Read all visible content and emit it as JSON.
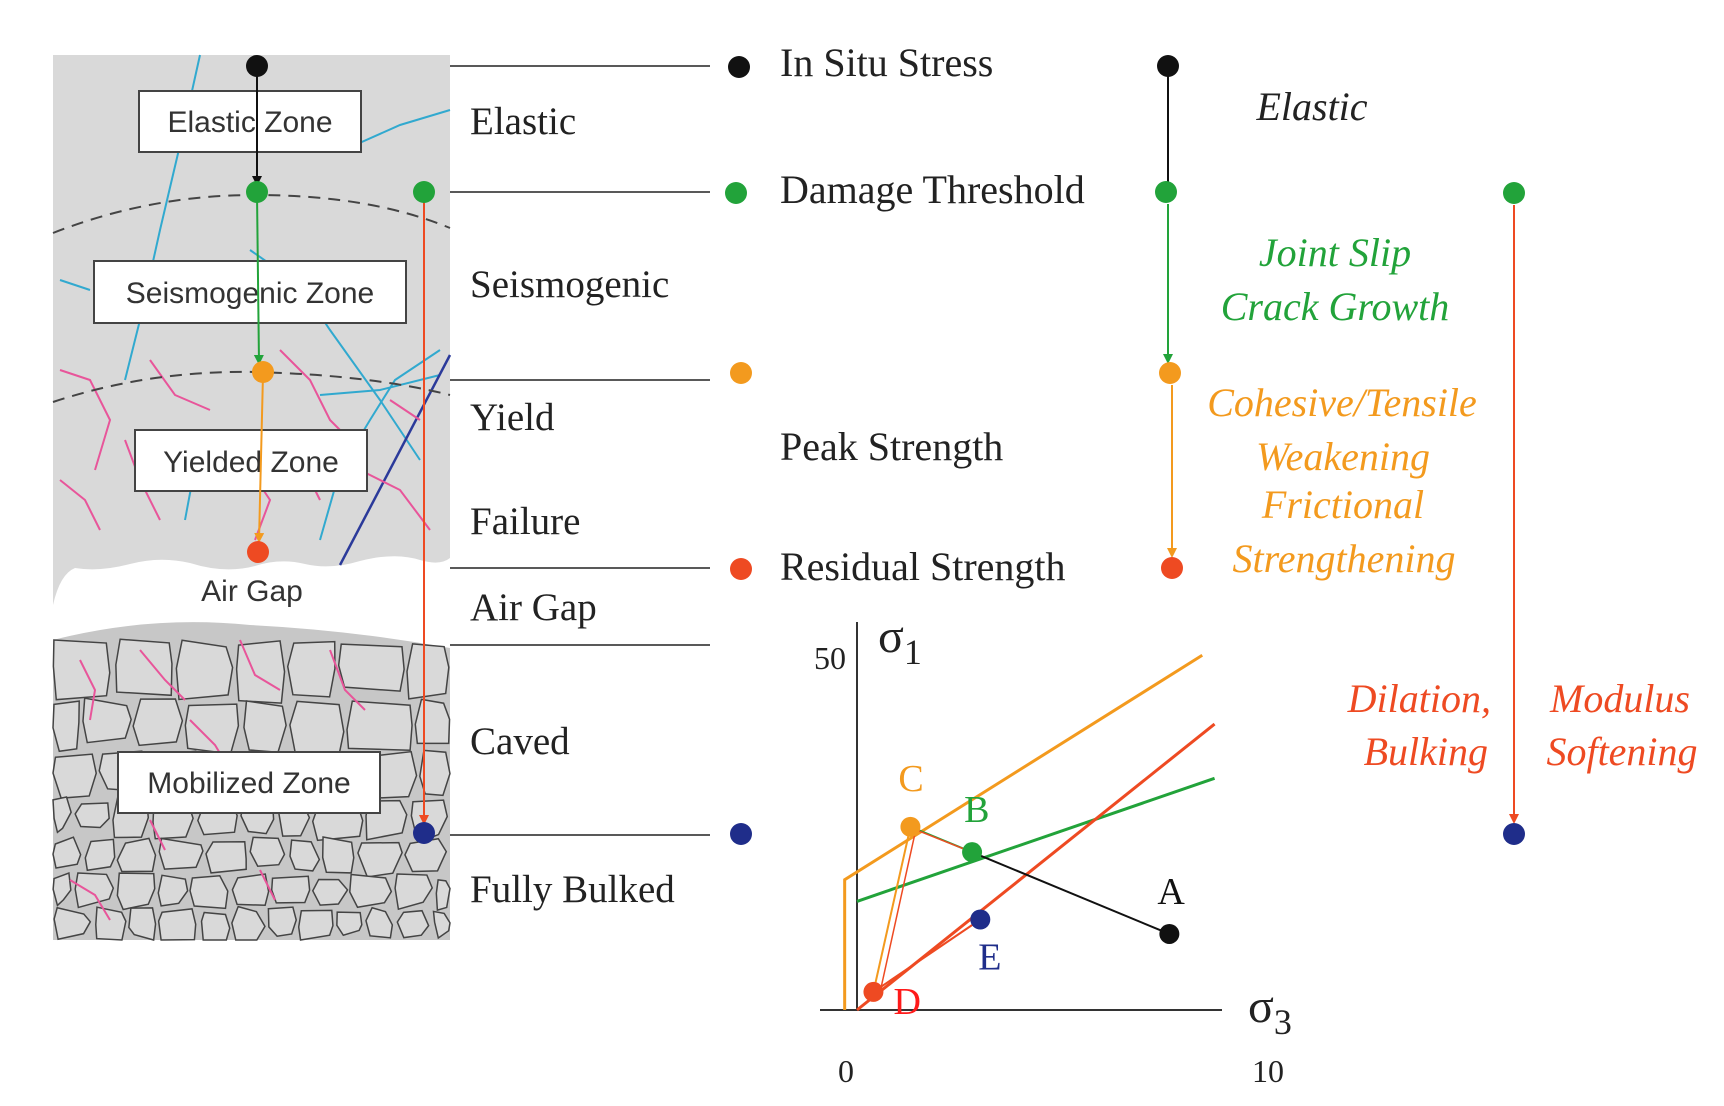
{
  "zone_labels": {
    "elastic": "Elastic Zone",
    "seismogenic": "Seismogenic Zone",
    "yielded": "Yielded Zone",
    "air_gap": "Air Gap",
    "mobilized": "Mobilized Zone"
  },
  "stage_labels": {
    "elastic": "Elastic",
    "seismogenic": "Seismogenic",
    "yield": "Yield",
    "failure": "Failure",
    "air_gap": "Air Gap",
    "caved": "Caved",
    "fully_bulked": "Fully Bulked"
  },
  "stress_states": {
    "in_situ": "In Situ Stress",
    "damage_threshold": "Damage Threshold",
    "peak_strength": "Peak Strength",
    "residual_strength": "Residual Strength"
  },
  "processes": {
    "elastic": "Elastic",
    "joint_slip": "Joint Slip",
    "crack_growth": "Crack Growth",
    "cohesive": "Cohesive/Tensile",
    "weakening": "Weakening",
    "frictional": "Frictional",
    "strengthening": "Strengthening",
    "dilation": "Dilation,",
    "bulking": "Bulking",
    "modulus": "Modulus",
    "softening": "Softening"
  },
  "colors": {
    "in_situ": "#111111",
    "damage": "#22a33a",
    "peak": "#f39a1e",
    "residual": "#ee4a22",
    "bulked": "#1f2d8a",
    "rock": "#d9d9d9",
    "crack_pink": "#e8559a",
    "crack_cyan": "#31a9cf"
  },
  "chart_data": {
    "type": "line",
    "xlabel": "σ3",
    "ylabel": "σ1",
    "xlim": [
      0,
      10
    ],
    "ylim": [
      0,
      50
    ],
    "x_ticks": [
      "0",
      "10"
    ],
    "y_ticks": [
      "50"
    ],
    "series": [
      {
        "name": "",
        "color": "peak",
        "x": [
          -0.3,
          -0.3,
          8.4
        ],
        "y": [
          0,
          18,
          49
        ]
      },
      {
        "name": "",
        "color": "damage",
        "x": [
          0,
          8.7
        ],
        "y": [
          15,
          32
        ]
      },
      {
        "name": "",
        "color": "residual",
        "x": [
          0,
          8.7
        ],
        "y": [
          0,
          39.5
        ]
      }
    ],
    "points": [
      {
        "label": "A",
        "x": 7.6,
        "y": 10.5,
        "color": "in_situ"
      },
      {
        "label": "B",
        "x": 2.8,
        "y": 21.8,
        "color": "damage"
      },
      {
        "label": "C",
        "x": 1.3,
        "y": 25.3,
        "color": "peak"
      },
      {
        "label": "D",
        "x": 0.4,
        "y": 2.5,
        "color": "residual"
      },
      {
        "label": "E",
        "x": 3.0,
        "y": 12.5,
        "color": "bulked"
      }
    ]
  }
}
